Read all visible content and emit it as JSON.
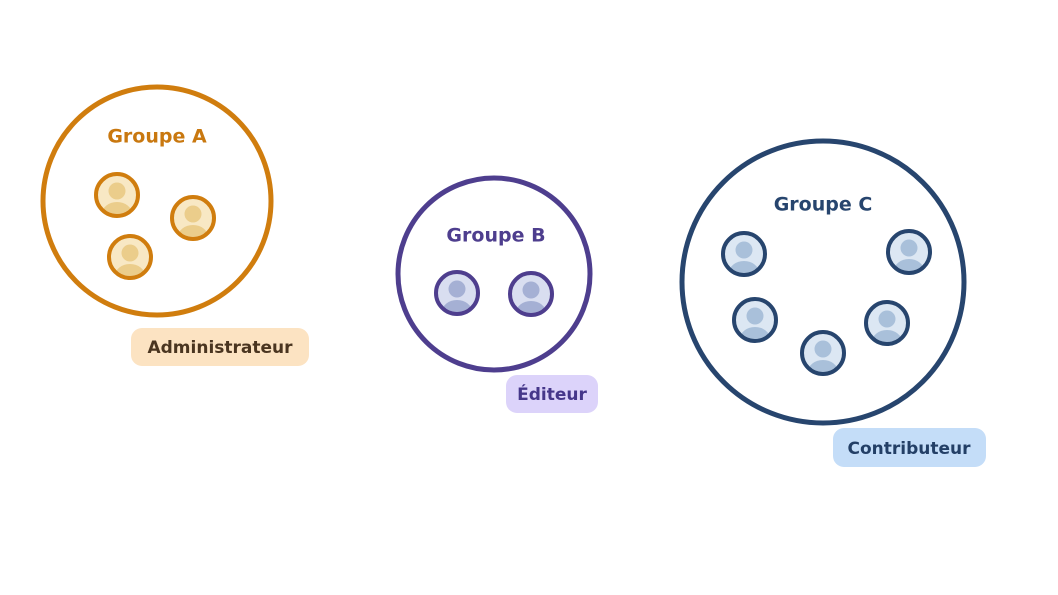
{
  "groups": [
    {
      "id": "a",
      "title": "Groupe A",
      "role": "Administrateur",
      "colors": {
        "ring": "#D07D0E",
        "title": "#C9780F",
        "avatar_ring": "#D07D0E",
        "avatar_bg": "#F8E8C4",
        "avatar_figure": "#EBCD8B",
        "badge_bg": "#FCE3C2",
        "badge_text": "#4A3520"
      },
      "member_count": 3
    },
    {
      "id": "b",
      "title": "Groupe B",
      "role": "Éditeur",
      "colors": {
        "ring": "#4E3E8E",
        "title": "#4E3E8E",
        "avatar_ring": "#4E3E8E",
        "avatar_bg": "#D9DEF0",
        "avatar_figure": "#A5B0D4",
        "badge_bg": "#DCD3FA",
        "badge_text": "#45368A"
      },
      "member_count": 2
    },
    {
      "id": "c",
      "title": "Groupe C",
      "role": "Contributeur",
      "colors": {
        "ring": "#27456E",
        "title": "#27456E",
        "avatar_ring": "#27456E",
        "avatar_bg": "#DCE7F3",
        "avatar_figure": "#A9C0DA",
        "badge_bg": "#C4DDF8",
        "badge_text": "#233F66"
      },
      "member_count": 5
    }
  ],
  "avatar_icon": "person-icon"
}
